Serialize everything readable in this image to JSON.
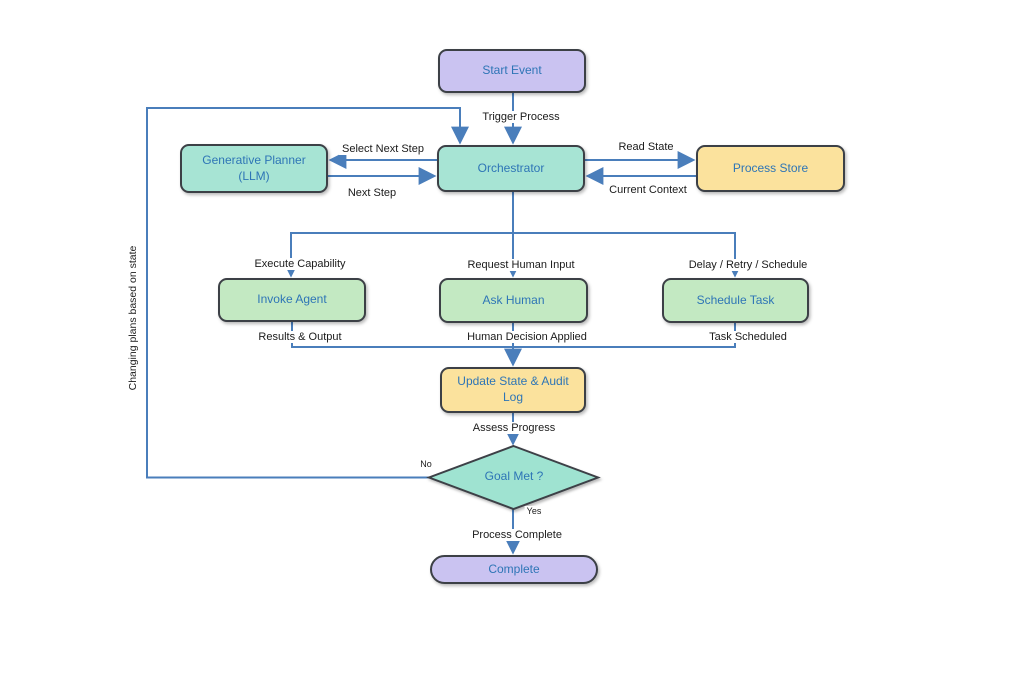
{
  "diagram": {
    "type": "flowchart",
    "background": "#ffffff",
    "colors": {
      "connector": "#4a7ebb",
      "node_text": "#2e75b6",
      "node_border": "#3c4046",
      "edge_label_text": "#1b1b1b",
      "lavender_fill": "#cac3f1",
      "teal_fill": "#a7e4d4",
      "green_fill": "#c3e9c2",
      "yellow_fill": "#fbe29d"
    },
    "nodes": {
      "start_event": {
        "label": "Start Event",
        "shape": "rounded-rect",
        "fill": "lavender"
      },
      "orchestrator": {
        "label": "Orchestrator",
        "shape": "rounded-rect",
        "fill": "teal"
      },
      "generative_planner": {
        "label": "Generative Planner (LLM)",
        "shape": "rounded-rect",
        "fill": "teal"
      },
      "process_store": {
        "label": "Process Store",
        "shape": "rounded-rect",
        "fill": "yellow"
      },
      "invoke_agent": {
        "label": "Invoke Agent",
        "shape": "rounded-rect",
        "fill": "green"
      },
      "ask_human": {
        "label": "Ask Human",
        "shape": "rounded-rect",
        "fill": "green"
      },
      "schedule_task": {
        "label": "Schedule Task",
        "shape": "rounded-rect",
        "fill": "green"
      },
      "update_state": {
        "label": "Update State & Audit Log",
        "shape": "rounded-rect",
        "fill": "yellow"
      },
      "goal_met": {
        "label": "Goal Met ?",
        "shape": "diamond",
        "fill": "teal"
      },
      "complete": {
        "label": "Complete",
        "shape": "stadium",
        "fill": "lavender"
      }
    },
    "edge_labels": {
      "trigger_process": "Trigger Process",
      "select_next_step": "Select Next Step",
      "next_step": "Next Step",
      "read_state": "Read State",
      "current_context": "Current Context",
      "execute_capability": "Execute Capability",
      "request_human_input": "Request Human Input",
      "delay_retry_schedule": "Delay / Retry / Schedule",
      "results_output": "Results & Output",
      "human_decision_applied": "Human Decision Applied",
      "task_scheduled": "Task Scheduled",
      "assess_progress": "Assess Progress",
      "no": "No",
      "yes": "Yes",
      "process_complete": "Process Complete",
      "changing_plans_note": "Changing plans based on state"
    }
  }
}
